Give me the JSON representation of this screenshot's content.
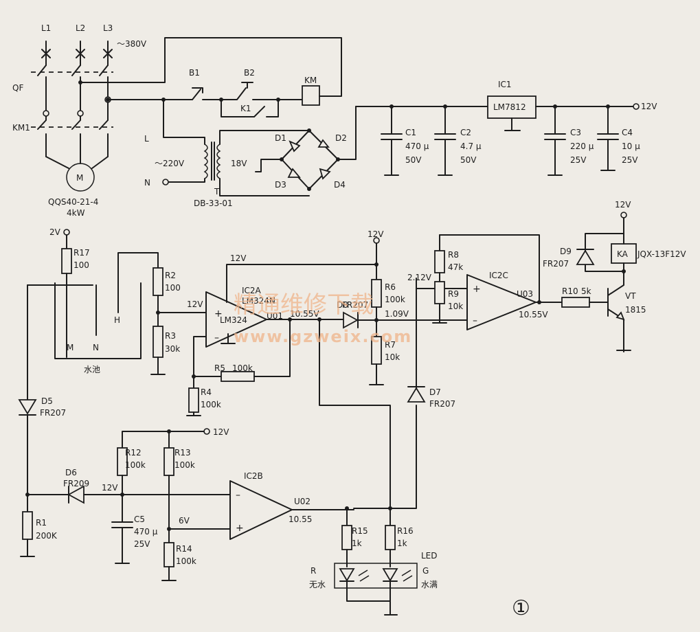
{
  "labels": {
    "L1": "L1",
    "L2": "L2",
    "L3": "L3",
    "v380": "～380V",
    "QF": "QF",
    "KM1": "KM1",
    "motor_M": "M",
    "motor_model": "QQS40-21-4",
    "motor_power": "4kW",
    "B1": "B1",
    "B2": "B2",
    "K1": "K1",
    "KM": "KM",
    "L": "L",
    "N": "N",
    "v220": "～220V",
    "v18": "18V",
    "T": "T",
    "transformer_model": "DB-33-01",
    "D1": "D1",
    "D2": "D2",
    "D3": "D3",
    "D4": "D4",
    "IC1": "IC1",
    "IC1_part": "LM7812",
    "out12V_top": "12V",
    "C1": "C1",
    "C1_v": "470 μ",
    "C1_r": "50V",
    "C2": "C2",
    "C2_v": "4.7 μ",
    "C2_r": "50V",
    "C3": "C3",
    "C3_v": "220 μ",
    "C3_r": "25V",
    "C4": "C4",
    "C4_v": "10 μ",
    "C4_r": "25V",
    "supply_2V": "2V",
    "R17": "R17",
    "R17_v": "100",
    "R2": "R2",
    "R2_v": "100",
    "R3": "R3",
    "R3_v": "30k",
    "H": "H",
    "M": "M",
    "Npool": "N",
    "pool": "水池",
    "node_12V_a": "12V",
    "node_12V_b": "12V",
    "IC2A": "IC2A",
    "IC2A_part": "LM324N",
    "LM324": "LM324",
    "U01": "U01",
    "v1055_a": "10.55V",
    "R5": "R5",
    "R5_v": "100k",
    "R4": "R4",
    "R4_v": "100k",
    "D8": "D8",
    "D8_part": "FR207",
    "R6": "R6",
    "R6_v": "100k",
    "R7": "R7",
    "R7_v": "10k",
    "supply_12V_c": "12V",
    "v109": "1.09V",
    "v212": "2.12V",
    "R8": "R8",
    "R8_v": "47k",
    "R9": "R9",
    "R9_v": "10k",
    "IC2C": "IC2C",
    "U03": "U03",
    "v1055_b": "10.55V",
    "R10": "R10",
    "R10_v": "5k",
    "supply_12V_d": "12V",
    "D9": "D9",
    "D9_part": "FR207",
    "KA": "KA",
    "relay_part": "JQX-13F12V",
    "VT": "VT",
    "VT_part": "1815",
    "D7": "D7",
    "D7_part": "FR207",
    "D5": "D5",
    "D5_part": "FR207",
    "supply_12V_e": "12V",
    "R12": "R12",
    "R12_v": "100k",
    "R13": "R13",
    "R13_v": "100k",
    "D6": "D6",
    "D6_part": "FR209",
    "node_12V_f": "12V",
    "IC2B": "IC2B",
    "U02": "U02",
    "v1055_c": "10.55",
    "R1": "R1",
    "R1_v": "200K",
    "C5": "C5",
    "C5_v": "470 μ",
    "C5_r": "25V",
    "v6": "6V",
    "R14": "R14",
    "R14_v": "100k",
    "R15": "R15",
    "R15_v": "1k",
    "R16": "R16",
    "R16_v": "1k",
    "LED": "LED",
    "R_led": "R",
    "no_water": "无水",
    "G_led": "G",
    "water_full": "水满",
    "fig": "①",
    "wm_cn": "精通维修下载",
    "wm_url": "www.gzweix.com"
  }
}
